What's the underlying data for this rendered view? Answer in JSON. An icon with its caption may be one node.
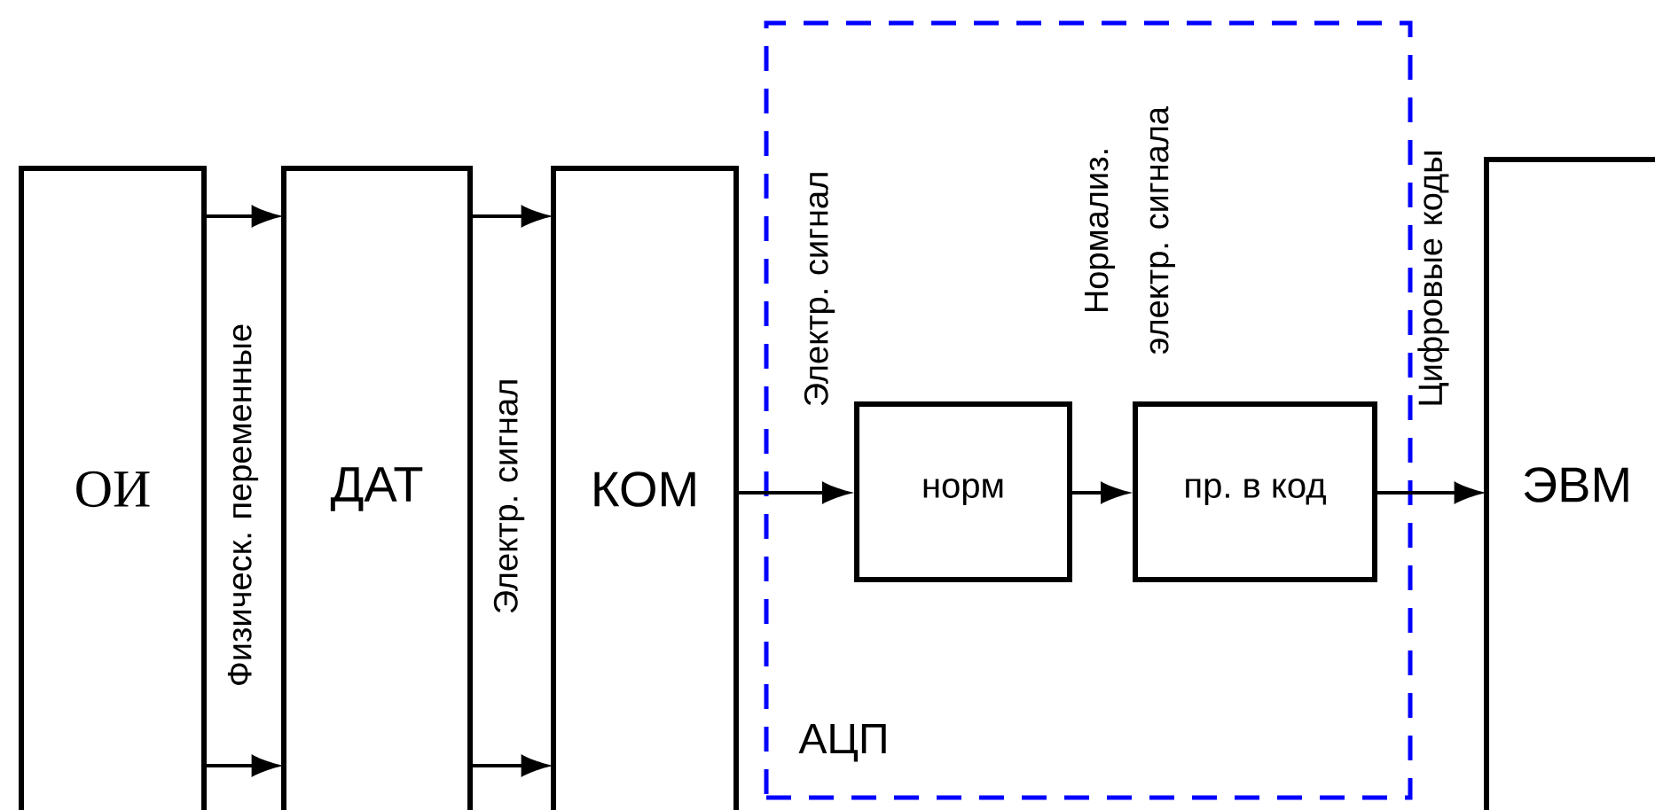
{
  "diagram": {
    "nodes": [
      {
        "text": [
          "ОИ"
        ]
      },
      {
        "text": [
          "ДАТ"
        ]
      },
      {
        "text": [
          "КОМ"
        ]
      },
      {
        "text": [
          "АЦП"
        ]
      },
      {
        "text": [
          "норм"
        ],
        "in": 3
      },
      {
        "text": [
          "пр. в код"
        ],
        "in": 3
      },
      {
        "text": [
          "ЭВМ"
        ]
      }
    ],
    "edges": [
      {
        "from": 0,
        "to": 1,
        "arrow": "to"
      },
      {
        "from": 0,
        "to": 1,
        "arrow": "to",
        "label": "Физическ. переменные"
      },
      {
        "from": 1,
        "to": 2,
        "arrow": "to",
        "label": "Электр. сигнал"
      },
      {
        "from": 1,
        "to": 2,
        "arrow": "to"
      },
      {
        "from": 2,
        "to": 4,
        "arrow": "to",
        "label": "Электр. сигнал"
      },
      {
        "from": 4,
        "to": 5,
        "arrow": "to",
        "label": "Нормализ. электр. сигнала"
      },
      {
        "from": 5,
        "to": 6,
        "arrow": "to",
        "label": "Цифровые коды"
      }
    ]
  }
}
